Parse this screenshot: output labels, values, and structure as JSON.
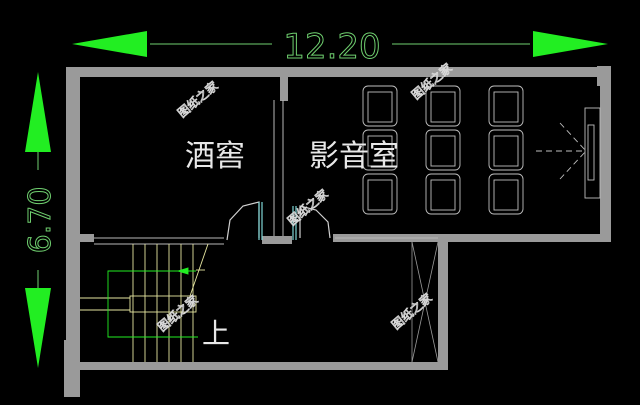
{
  "drawing": {
    "background": "#000000",
    "wall_color": "#9a9a9a",
    "dimension_color": "#22ee22",
    "stair_color": "#e6e6a0",
    "door_color": "#7fd6d6"
  },
  "dimensions": {
    "width_label": "12.20",
    "height_label": "6.70"
  },
  "rooms": [
    {
      "name": "wine-cellar",
      "label": "酒窖"
    },
    {
      "name": "home-theater",
      "label": "影音室"
    }
  ],
  "stairs": {
    "direction_label": "上"
  },
  "watermarks": [
    "图纸之家",
    "图纸之家",
    "图纸之家",
    "图纸之家",
    "图纸之家"
  ]
}
